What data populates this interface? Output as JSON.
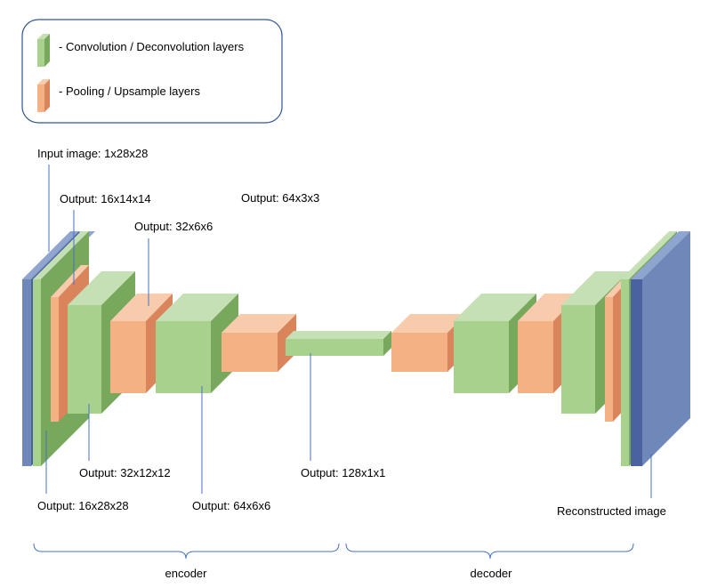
{
  "legend": {
    "conv_label": "- Convolution / Deconvolution layers",
    "pool_label": "- Pooling / Upsample layers"
  },
  "labels": {
    "input": "Input image: 1x28x28",
    "out_16x14x14": "Output: 16x14x14",
    "out_64x3x3": "Output: 64x3x3",
    "out_32x6x6": "Output: 32x6x6",
    "out_32x12x12": "Output: 32x12x12",
    "out_16x28x28": "Output: 16x28x28",
    "out_64x6x6": "Output: 64x6x6",
    "out_128x1x1": "Output: 128x1x1",
    "reconstructed": "Reconstructed image"
  },
  "sections": {
    "encoder": "encoder",
    "decoder": "decoder"
  },
  "colors": {
    "conv_front": "#a9d18e",
    "conv_top": "#c5e0b4",
    "conv_side": "#78a85c",
    "pool_front": "#f4b183",
    "pool_top": "#f8cbad",
    "pool_side": "#d9845a",
    "image_front": "#6f87b9",
    "image_top": "#8fa4cf",
    "image_side": "#4a62a0",
    "line": "#4472c4",
    "legend_border": "#2f5597"
  }
}
